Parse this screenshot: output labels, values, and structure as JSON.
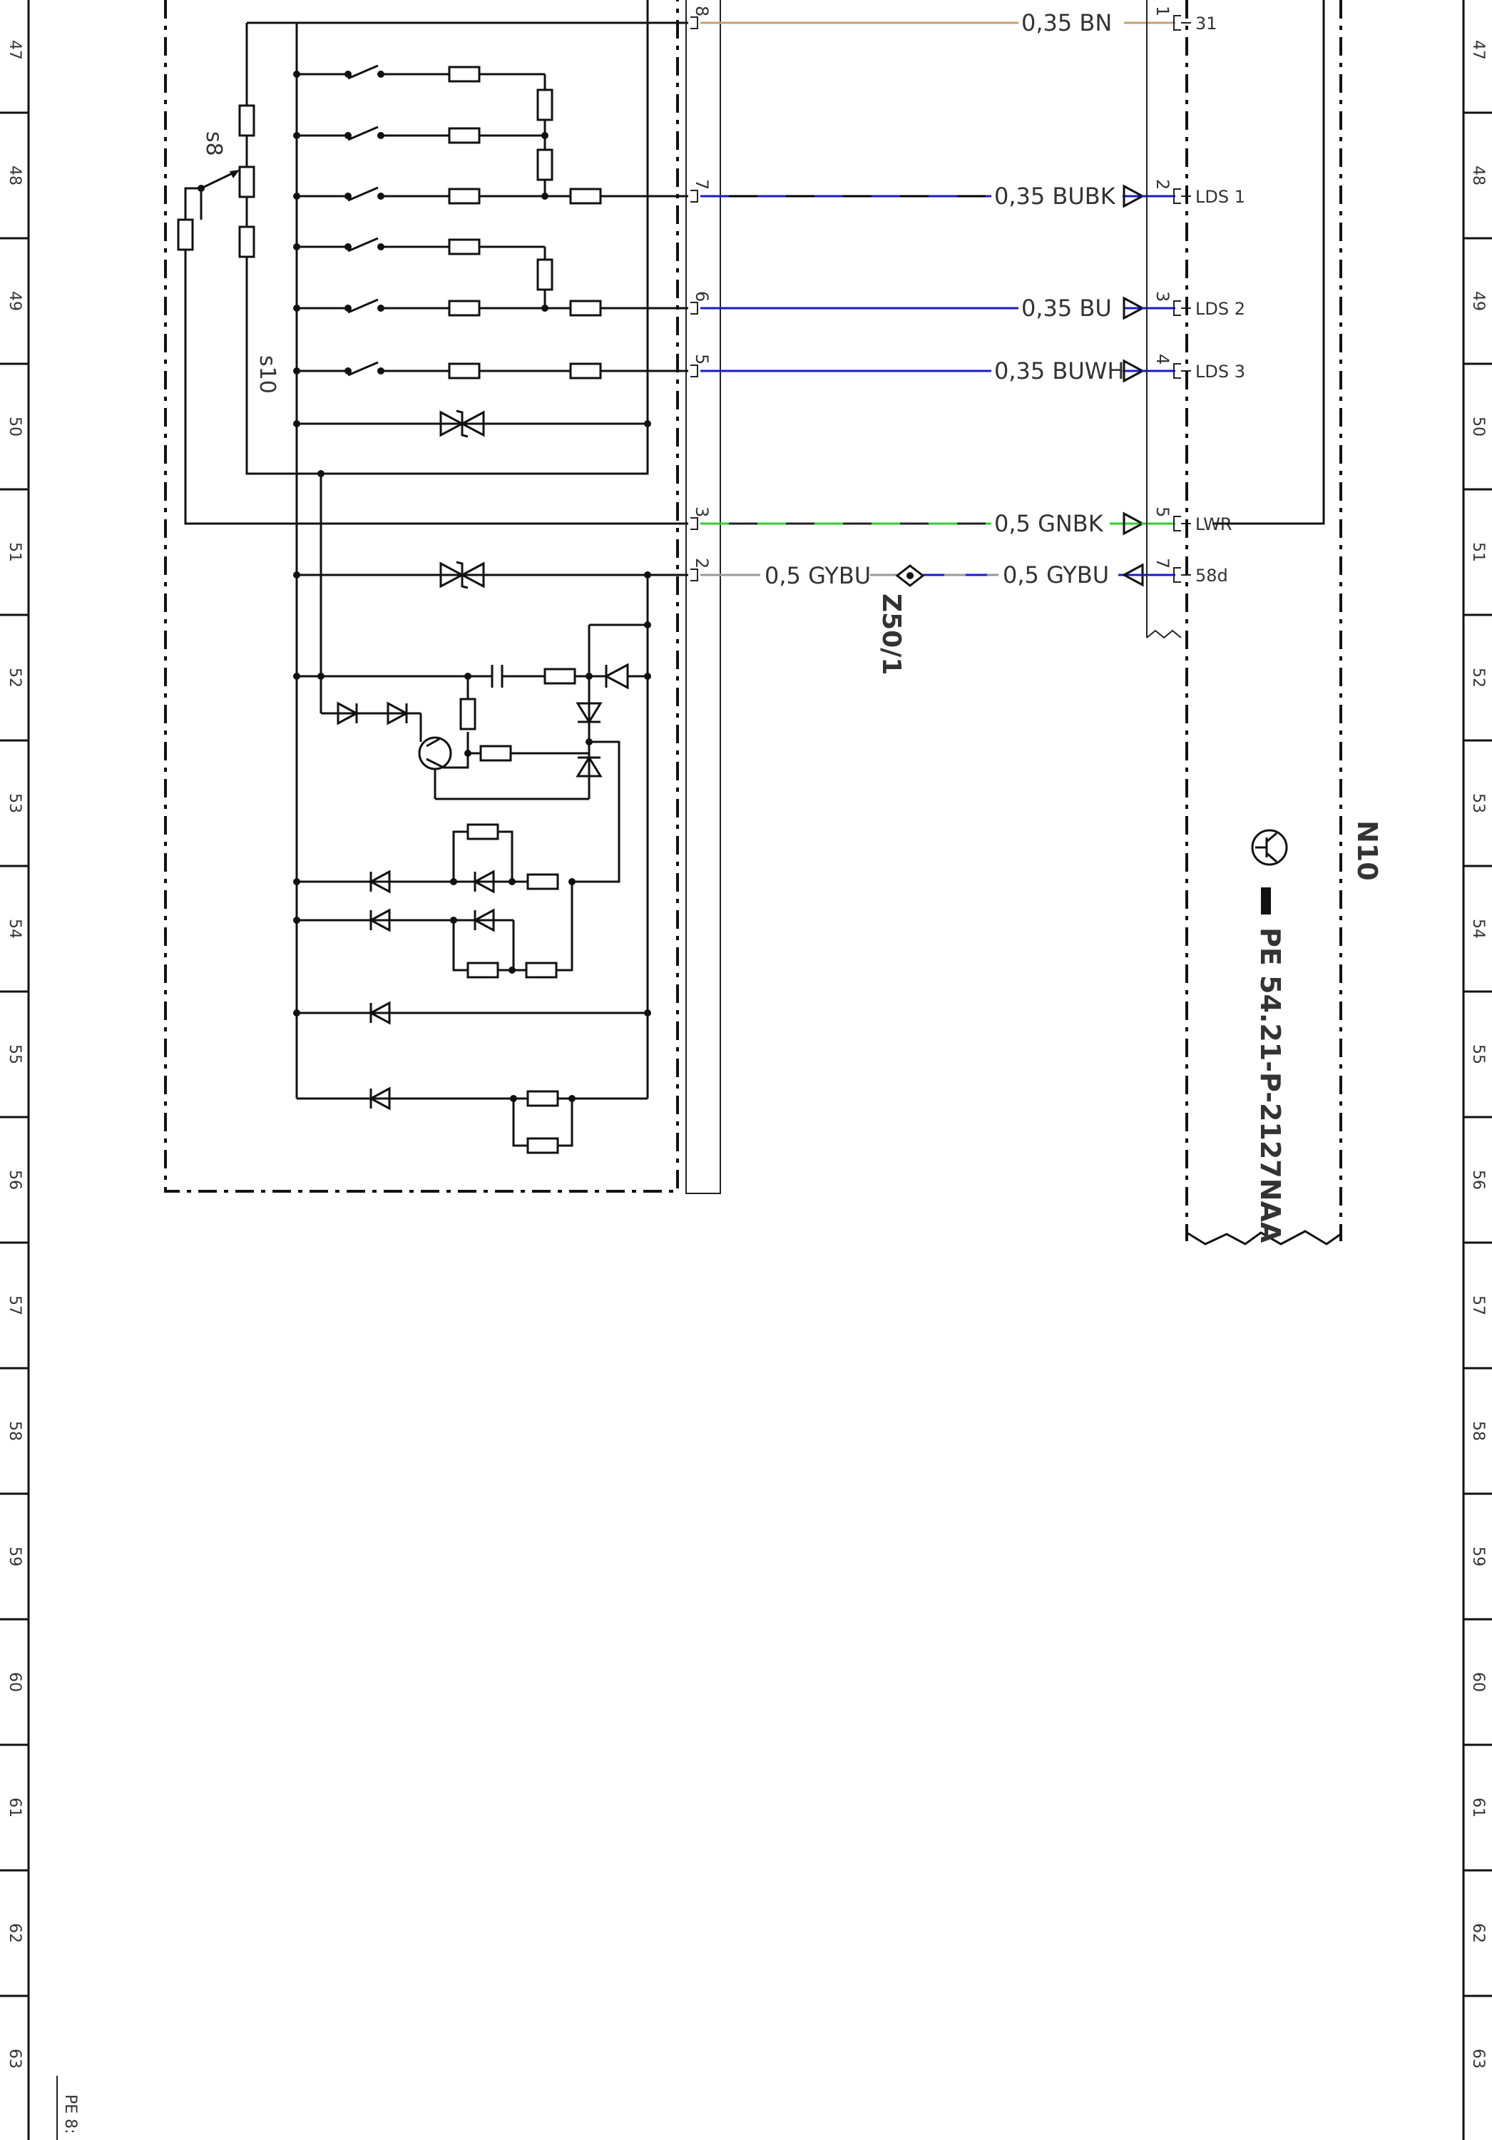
{
  "ruler": {
    "marks": [
      "47",
      "48",
      "49",
      "50",
      "51",
      "52",
      "53",
      "54",
      "55",
      "56",
      "57",
      "58",
      "59",
      "60",
      "61",
      "62",
      "63"
    ]
  },
  "page_ref": "PE 8:",
  "switch_labels": {
    "s8": "s8",
    "s10": "s10"
  },
  "connector": {
    "pins": [
      "8",
      "7",
      "6",
      "5",
      "3",
      "2"
    ]
  },
  "wires": [
    {
      "label": "0,35  BN",
      "color": "#c8a070",
      "pin_left": "8",
      "pin_right": "1",
      "signal": "31"
    },
    {
      "label": "0,35  BUBK",
      "color": "#1a1acc",
      "pin_left": "7",
      "pin_right": "2",
      "signal": "LDS 1"
    },
    {
      "label": "0,35  BU",
      "color": "#1a1acc",
      "pin_left": "6",
      "pin_right": "3",
      "signal": "LDS 2"
    },
    {
      "label": "0,35  BUWH",
      "color": "#1a1acc",
      "pin_left": "5",
      "pin_right": "4",
      "signal": "LDS 3"
    },
    {
      "label": "0,5  GNBK",
      "color": "#33cc33",
      "pin_left": "3",
      "pin_right": "5",
      "signal": "LWR"
    },
    {
      "label": "0,5  GYBU",
      "color": "#1a1acc",
      "pin_left": "2",
      "pin_right": "7",
      "signal": "58d"
    }
  ],
  "splice": {
    "label_left": "0,5  GYBU",
    "node": "Z50/1"
  },
  "component": {
    "id": "N10",
    "reference": "PE 54.21-P-2127NAA"
  }
}
